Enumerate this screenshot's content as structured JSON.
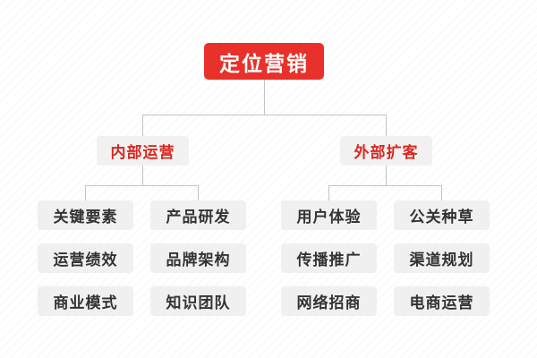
{
  "diagram": {
    "type": "hierarchy-tree",
    "title": "定位营销",
    "colors": {
      "root_background": "#e8312a",
      "root_text": "#ffffff",
      "branch_background": "#f1f1f1",
      "branch_text": "#d9281f",
      "leaf_background": "#f0f0f0",
      "leaf_text": "#333333",
      "connector_line": "#c4c4c4",
      "page_background": "#ffffff"
    },
    "root": {
      "label": "定位营销"
    },
    "branches": [
      {
        "label": "内部运营",
        "children": [
          {
            "label": "关键要素"
          },
          {
            "label": "产品研发"
          },
          {
            "label": "运营绩效"
          },
          {
            "label": "品牌架构"
          },
          {
            "label": "商业模式"
          },
          {
            "label": "知识团队"
          }
        ]
      },
      {
        "label": "外部扩客",
        "children": [
          {
            "label": "用户体验"
          },
          {
            "label": "公关种草"
          },
          {
            "label": "传播推广"
          },
          {
            "label": "渠道规划"
          },
          {
            "label": "网络招商"
          },
          {
            "label": "电商运营"
          }
        ]
      }
    ],
    "leaf_grid": {
      "columns": [
        {
          "column_index": 0,
          "parent": "内部运营",
          "cells": [
            "关键要素",
            "运营绩效",
            "商业模式"
          ]
        },
        {
          "column_index": 1,
          "parent": "内部运营",
          "cells": [
            "产品研发",
            "品牌架构",
            "知识团队"
          ]
        },
        {
          "column_index": 2,
          "parent": "外部扩客",
          "cells": [
            "用户体验",
            "传播推广",
            "网络招商"
          ]
        },
        {
          "column_index": 3,
          "parent": "外部扩客",
          "cells": [
            "公关种草",
            "渠道规划",
            "电商运营"
          ]
        }
      ]
    }
  }
}
